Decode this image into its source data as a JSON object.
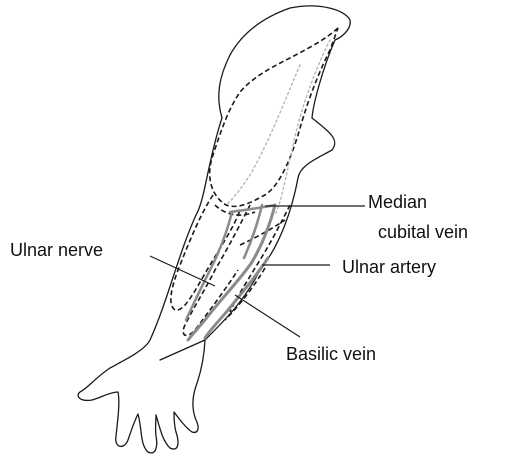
{
  "labels": {
    "median_line1": "Median",
    "median_line2": "cubital vein",
    "ulnar_nerve": "Ulnar nerve",
    "ulnar_artery": "Ulnar artery",
    "basilic_vein": "Basilic vein"
  },
  "colors": {
    "outline": "#1a1a1a",
    "vessel_gray": "#8a8a8a",
    "light_gray": "#b5b5b5",
    "background": "#ffffff"
  }
}
